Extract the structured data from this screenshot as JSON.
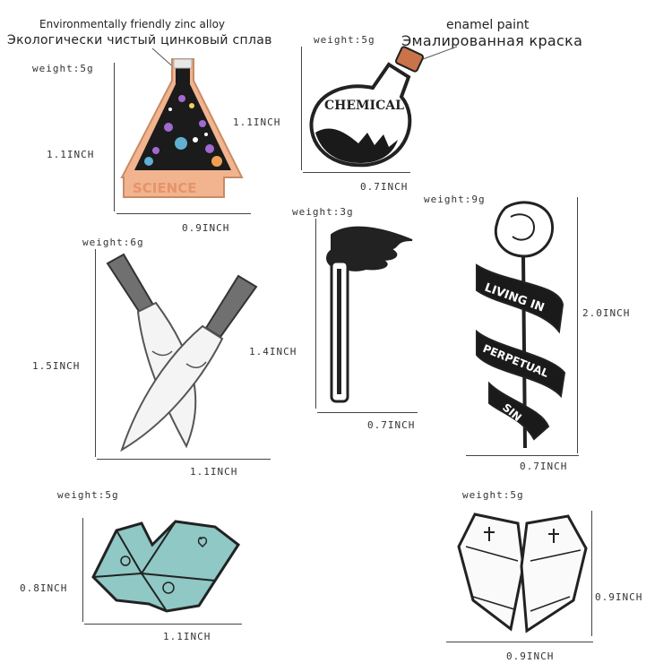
{
  "annotations": {
    "material_en": "Environmentally friendly zinc alloy",
    "material_ru": "Экологически чистый цинковый сплав",
    "paint_en": "enamel paint",
    "paint_ru": "Эмалированная краска"
  },
  "pins": [
    {
      "id": "flask",
      "weight": "weight:5g",
      "height": "1.1INCH",
      "width": "0.9INCH",
      "side": "1.1INCH",
      "text": "SCIENCE"
    },
    {
      "id": "bottle",
      "weight": "weight:5g",
      "width": "0.7INCH",
      "text": "CHEMICAL"
    },
    {
      "id": "knives",
      "weight": "weight:6g",
      "height": "1.5INCH",
      "side": "1.4INCH",
      "width": "1.1INCH"
    },
    {
      "id": "match",
      "weight": "weight:3g",
      "width": "0.7INCH"
    },
    {
      "id": "rose",
      "weight": "weight:9g",
      "height": "2.0INCH",
      "width": "0.7INCH",
      "text1": "LIVING IN",
      "text2": "PERPETUAL",
      "text3": "SIN"
    },
    {
      "id": "fortune",
      "weight": "weight:5g",
      "height": "0.8INCH",
      "width": "1.1INCH"
    },
    {
      "id": "coffin",
      "weight": "weight:5g",
      "height": "0.9INCH",
      "width": "0.9INCH"
    }
  ],
  "colors": {
    "flask_body": "#f1b48e",
    "flask_dark": "#1b1b1b",
    "enamel_dark": "#1a1a1a",
    "glitter": "#8fc8c4",
    "flame": "#222222"
  }
}
